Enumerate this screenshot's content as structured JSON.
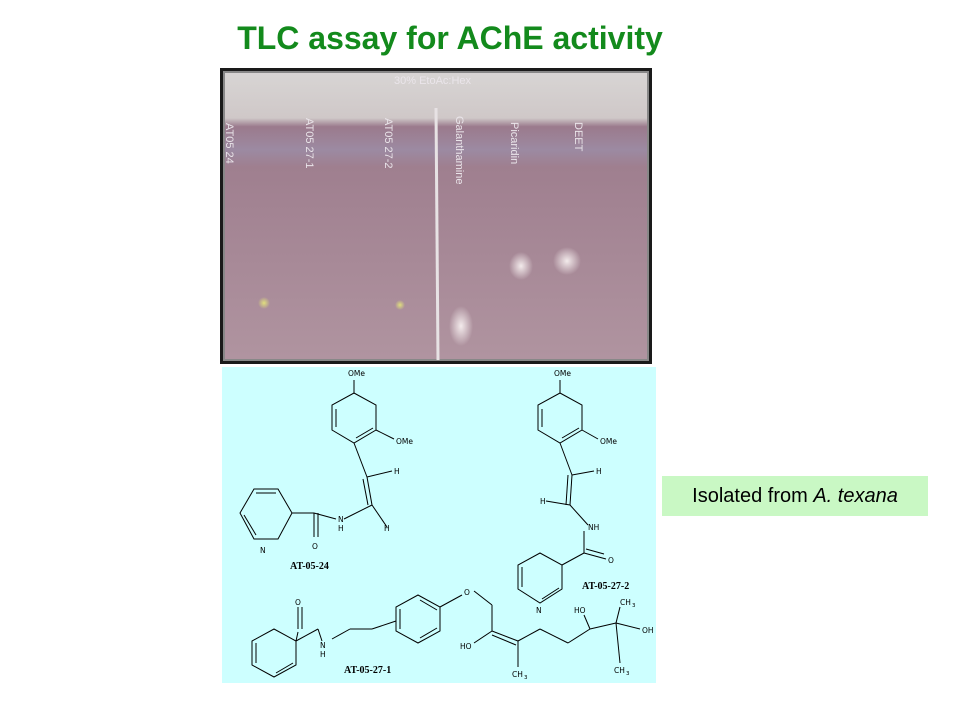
{
  "title": "TLC assay for AChE activity",
  "tlc": {
    "solvent": "30% EtoAc:Hex",
    "lanes": [
      "AT05 24",
      "AT05 27-1",
      "AT05 27-2",
      "Galanthamine",
      "Picaridin",
      "DEET"
    ]
  },
  "compounds": {
    "a": "AT-05-24",
    "b": "AT-05-27-2",
    "c": "AT-05-27-1"
  },
  "atoms": {
    "ome": "OMe",
    "h": "H",
    "n": "N",
    "nh": "NH",
    "o": "O",
    "ho": "HO",
    "oh": "OH",
    "ch3": "CH",
    "sub3": "3"
  },
  "callout": {
    "prefix": "Isolated from ",
    "species": "A. texana"
  },
  "colors": {
    "title": "#138a1c",
    "plate": "#a07d8e",
    "structure_bg": "#cdffff",
    "callout_bg": "#c9f8c4"
  }
}
